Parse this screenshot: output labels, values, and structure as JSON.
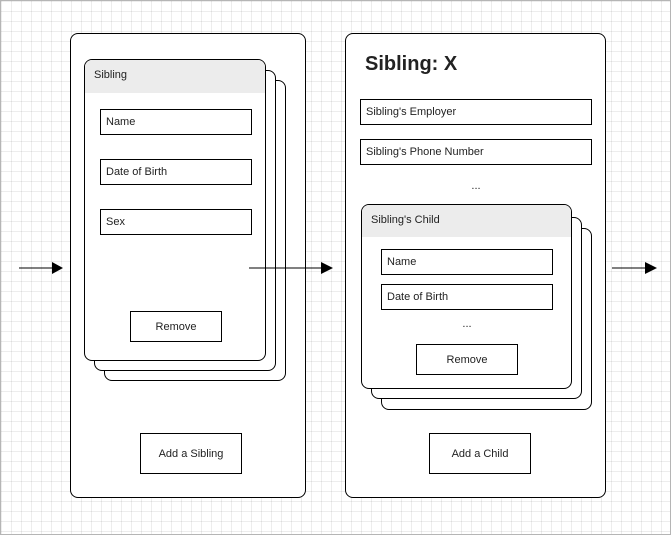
{
  "sibling_panel": {
    "card_title": "Sibling",
    "fields": [
      "Name",
      "Date of Birth",
      "Sex"
    ],
    "remove_label": "Remove",
    "add_label": "Add a Sibling"
  },
  "detail_panel": {
    "title": "Sibling: X",
    "fields": [
      "Sibling's Employer",
      "Sibling's Phone Number"
    ],
    "ellipsis": "...",
    "child_card": {
      "title": "Sibling's Child",
      "fields": [
        "Name",
        "Date of Birth"
      ],
      "ellipsis": "...",
      "remove_label": "Remove"
    },
    "add_label": "Add a Child"
  },
  "colors": {
    "header_fill": "#ececec",
    "stroke": "#000000",
    "grid": "#e6e6e6"
  }
}
